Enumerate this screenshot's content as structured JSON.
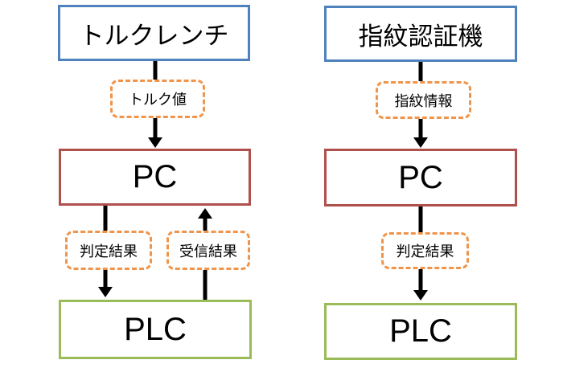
{
  "diagram": {
    "colors": {
      "device_border": "#4f81bd",
      "pc_border": "#b0504c",
      "plc_border": "#9bbb59",
      "label_border": "#f0944a",
      "arrow": "#000000",
      "text": "#000000",
      "bg": "#ffffff"
    },
    "left_flow": {
      "device_label": "トルクレンチ",
      "input_label": "トルク値",
      "pc_label": "PC",
      "down_label": "判定結果",
      "up_label": "受信結果",
      "plc_label": "PLC"
    },
    "right_flow": {
      "device_label": "指紋認証機",
      "input_label": "指紋情報",
      "pc_label": "PC",
      "down_label": "判定結果",
      "plc_label": "PLC"
    }
  }
}
